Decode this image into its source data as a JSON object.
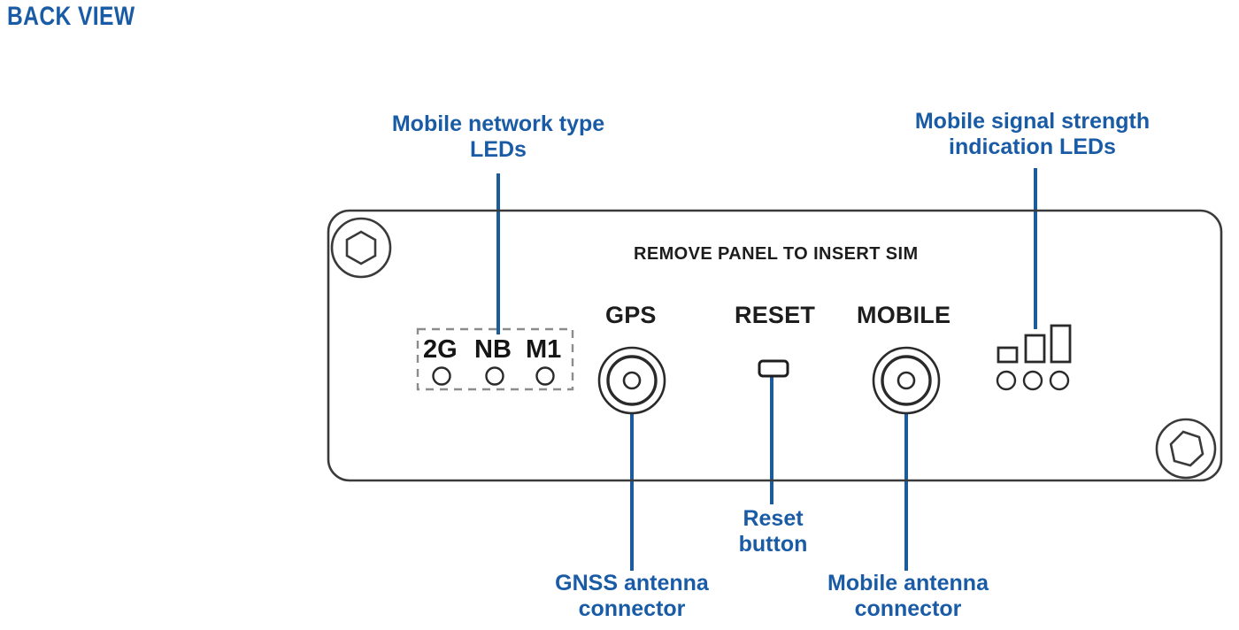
{
  "page": {
    "title": "BACK VIEW",
    "background": "#ffffff"
  },
  "colors": {
    "accent_blue": "#1a5ba6",
    "leader_blue": "#1d5c9c",
    "outline_dark": "#3a3a3a",
    "text_dark": "#1d1d1d",
    "dashed_gray": "#8c8c8c"
  },
  "callouts": [
    {
      "name": "mobile-network-type-leds",
      "text": "Mobile network type\nLEDs",
      "position": "top-left"
    },
    {
      "name": "mobile-signal-strength-leds",
      "text": "Mobile signal strength\nindication LEDs",
      "position": "top-right"
    },
    {
      "name": "gnss-antenna-connector",
      "text": "GNSS  antenna\nconnector",
      "position": "bottom-left"
    },
    {
      "name": "reset-button",
      "text": "Reset\nbutton",
      "position": "bottom-center"
    },
    {
      "name": "mobile-antenna-connector",
      "text": "Mobile antenna\nconnector",
      "position": "bottom-right"
    }
  ],
  "panel": {
    "sim_notice": "REMOVE PANEL TO INSERT SIM",
    "screws": [
      {
        "name": "screw-top-left"
      },
      {
        "name": "screw-bottom-right"
      }
    ],
    "network_leds": {
      "labels": [
        "2G",
        "NB",
        "M1"
      ],
      "indicator_count": 3,
      "boxed": true
    },
    "ports": [
      {
        "name": "gps-connector",
        "label": "GPS",
        "type": "coaxial"
      },
      {
        "name": "reset-button-slot",
        "label": "RESET",
        "type": "pinhole"
      },
      {
        "name": "mobile-connector",
        "label": "MOBILE",
        "type": "coaxial"
      }
    ],
    "signal_leds": {
      "bar_count": 3,
      "bar_heights": [
        16,
        30,
        41
      ],
      "indicator_count": 3
    }
  }
}
